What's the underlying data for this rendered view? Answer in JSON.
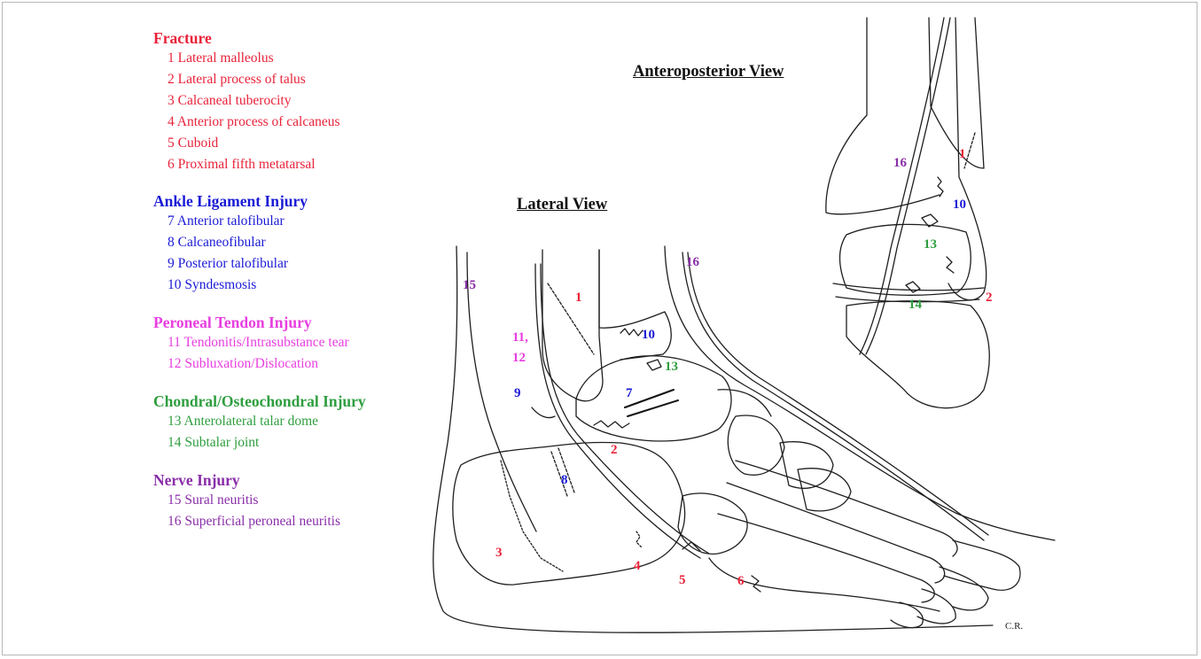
{
  "colors": {
    "fracture": "#e8233a",
    "ligament": "#1a1ad6",
    "tendon": "#e83ee0",
    "chondral": "#2f9e3f",
    "nerve": "#8a2ea8",
    "line": "#1e1e1e"
  },
  "legend": {
    "fracture": {
      "title": "Fracture",
      "items": [
        "1 Lateral malleolus",
        "2 Lateral process of talus",
        "3 Calcaneal tuberocity",
        "4 Anterior process of calcaneus",
        "5 Cuboid",
        "6 Proximal fifth metatarsal"
      ]
    },
    "ligament": {
      "title": "Ankle Ligament Injury",
      "items": [
        "7 Anterior talofibular",
        "8 Calcaneofibular",
        "9 Posterior talofibular",
        "10 Syndesmosis"
      ]
    },
    "tendon": {
      "title": "Peroneal Tendon Injury",
      "items": [
        "11 Tendonitis/Intrasubstance tear",
        "12 Subluxation/Dislocation"
      ]
    },
    "chondral": {
      "title": "Chondral/Osteochondral Injury",
      "items": [
        "13 Anterolateral talar dome",
        "14 Subtalar joint"
      ]
    },
    "nerve": {
      "title": "Nerve Injury",
      "items": [
        "15 Sural neuritis",
        "16 Superficial peroneal neuritis"
      ]
    }
  },
  "views": {
    "lateral": "Lateral View",
    "anteroposterior": "Anteroposterior View"
  },
  "lateral_markers": [
    {
      "text": "1",
      "cat": "fracture"
    },
    {
      "text": "2",
      "cat": "fracture"
    },
    {
      "text": "3",
      "cat": "fracture"
    },
    {
      "text": "4",
      "cat": "fracture"
    },
    {
      "text": "5",
      "cat": "fracture"
    },
    {
      "text": "6",
      "cat": "fracture"
    },
    {
      "text": "7",
      "cat": "ligament"
    },
    {
      "text": "8",
      "cat": "ligament"
    },
    {
      "text": "9",
      "cat": "ligament"
    },
    {
      "text": "10",
      "cat": "ligament"
    },
    {
      "text": "11,",
      "cat": "tendon"
    },
    {
      "text": "12",
      "cat": "tendon"
    },
    {
      "text": "13",
      "cat": "chondral"
    },
    {
      "text": "15",
      "cat": "nerve"
    },
    {
      "text": "16",
      "cat": "nerve"
    }
  ],
  "ap_markers": [
    {
      "text": "1",
      "cat": "fracture"
    },
    {
      "text": "2",
      "cat": "fracture"
    },
    {
      "text": "10",
      "cat": "ligament"
    },
    {
      "text": "13",
      "cat": "chondral"
    },
    {
      "text": "14",
      "cat": "chondral"
    },
    {
      "text": "16",
      "cat": "nerve"
    }
  ],
  "signature": "C.R."
}
